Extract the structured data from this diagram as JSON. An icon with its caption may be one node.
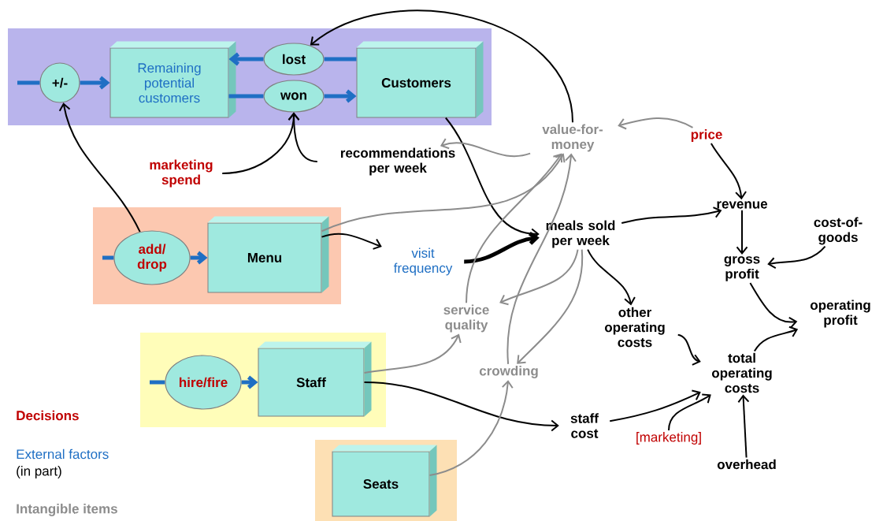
{
  "diagram": {
    "nodes": [
      {
        "text": [],
        "shape": "box"
      },
      {
        "text": [
          "+/-"
        ],
        "in": 0
      },
      {
        "text": [
          "Remaining potential customers"
        ],
        "in": 0
      },
      {
        "text": [
          "lost"
        ],
        "in": 0
      },
      {
        "text": [
          "won"
        ],
        "in": 0
      },
      {
        "text": [
          "Customers"
        ],
        "in": 0
      },
      {
        "text": [],
        "shape": "box"
      },
      {
        "text": [
          "add/drop"
        ],
        "in": 6
      },
      {
        "text": [
          "Menu"
        ],
        "in": 6
      },
      {
        "text": [],
        "shape": "box"
      },
      {
        "text": [
          "hire/fire"
        ],
        "in": 9
      },
      {
        "text": [
          "Staff"
        ],
        "in": 9
      },
      {
        "text": [],
        "shape": "box"
      },
      {
        "text": [
          "Seats"
        ],
        "in": 12
      },
      {
        "text": [
          "marketing spend"
        ]
      },
      {
        "text": [
          "recommendations per week"
        ]
      },
      {
        "text": [
          "value-for-money"
        ]
      },
      {
        "text": [
          "price"
        ]
      },
      {
        "text": [
          "visit frequency"
        ]
      },
      {
        "text": [
          "meals sold per week"
        ]
      },
      {
        "text": [
          "revenue"
        ]
      },
      {
        "text": [
          "cost-of-goods"
        ]
      },
      {
        "text": [
          "gross profit"
        ]
      },
      {
        "text": [
          "service quality"
        ]
      },
      {
        "text": [
          "other operating costs"
        ]
      },
      {
        "text": [
          "operating profit"
        ]
      },
      {
        "text": [
          "crowding"
        ]
      },
      {
        "text": [
          "total operating costs"
        ]
      },
      {
        "text": [
          "staff cost"
        ]
      },
      {
        "text": [
          "[marketing]"
        ]
      },
      {
        "text": [
          "overhead"
        ]
      }
    ],
    "edges": [
      {
        "from": null,
        "to": 1,
        "arrow": "none",
        "style": "thick",
        "color": "#1f6fc4"
      },
      {
        "from": 1,
        "to": 2,
        "arrow": "to",
        "style": "thick",
        "color": "#1f6fc4"
      },
      {
        "from": 5,
        "to": 3,
        "arrow": "none",
        "style": "thick",
        "color": "#1f6fc4"
      },
      {
        "from": 3,
        "to": 2,
        "arrow": "to",
        "style": "thick",
        "color": "#1f6fc4"
      },
      {
        "from": 2,
        "to": 4,
        "arrow": "none",
        "style": "thick",
        "color": "#1f6fc4"
      },
      {
        "from": 4,
        "to": 5,
        "arrow": "to",
        "style": "thick",
        "color": "#1f6fc4"
      },
      {
        "from": null,
        "to": 7,
        "arrow": "none",
        "style": "thick",
        "color": "#1f6fc4"
      },
      {
        "from": 7,
        "to": 8,
        "arrow": "to",
        "style": "thick",
        "color": "#1f6fc4"
      },
      {
        "from": null,
        "to": 10,
        "arrow": "none",
        "style": "thick",
        "color": "#1f6fc4"
      },
      {
        "from": 10,
        "to": 11,
        "arrow": "to",
        "style": "thick",
        "color": "#1f6fc4"
      },
      {
        "from": 16,
        "to": 3,
        "arrow": "to"
      },
      {
        "from": 7,
        "to": 1,
        "arrow": "to"
      },
      {
        "from": 14,
        "to": 4,
        "arrow": "to"
      },
      {
        "from": 15,
        "to": 4,
        "arrow": "to"
      },
      {
        "from": 5,
        "to": 19,
        "arrow": "to"
      },
      {
        "from": 17,
        "to": 16,
        "arrow": "to",
        "color": "#8c8c8c"
      },
      {
        "from": 16,
        "to": 15,
        "arrow": "to",
        "color": "#8c8c8c"
      },
      {
        "from": 17,
        "to": 20,
        "arrow": "to"
      },
      {
        "from": 8,
        "to": 18,
        "arrow": "to"
      },
      {
        "from": 8,
        "to": 16,
        "arrow": "to",
        "color": "#8c8c8c"
      },
      {
        "from": 18,
        "to": 19,
        "arrow": "to",
        "style": "thick"
      },
      {
        "from": 19,
        "to": 20,
        "arrow": "to"
      },
      {
        "from": 19,
        "to": 23,
        "arrow": "to",
        "color": "#8c8c8c"
      },
      {
        "from": 19,
        "to": 26,
        "arrow": "to",
        "color": "#8c8c8c"
      },
      {
        "from": 19,
        "to": 24,
        "arrow": "to"
      },
      {
        "from": 23,
        "to": 16,
        "arrow": "to",
        "color": "#8c8c8c"
      },
      {
        "from": 26,
        "to": 16,
        "arrow": "to",
        "color": "#8c8c8c"
      },
      {
        "from": 11,
        "to": 23,
        "arrow": "to",
        "color": "#8c8c8c"
      },
      {
        "from": 11,
        "to": 28,
        "arrow": "to"
      },
      {
        "from": 13,
        "to": 26,
        "arrow": "to",
        "color": "#8c8c8c"
      },
      {
        "from": 20,
        "to": 22,
        "arrow": "to"
      },
      {
        "from": 21,
        "to": 22,
        "arrow": "to"
      },
      {
        "from": 22,
        "to": 25,
        "arrow": "to"
      },
      {
        "from": 27,
        "to": 25,
        "arrow": "to"
      },
      {
        "from": 24,
        "to": 27,
        "arrow": "to"
      },
      {
        "from": 28,
        "to": 27,
        "arrow": "to"
      },
      {
        "from": 29,
        "to": 27,
        "arrow": "to"
      },
      {
        "from": 30,
        "to": 27,
        "arrow": "to"
      }
    ],
    "labels": [
      "Decisions",
      "External factors",
      "(in part)",
      "Intangible items"
    ]
  }
}
